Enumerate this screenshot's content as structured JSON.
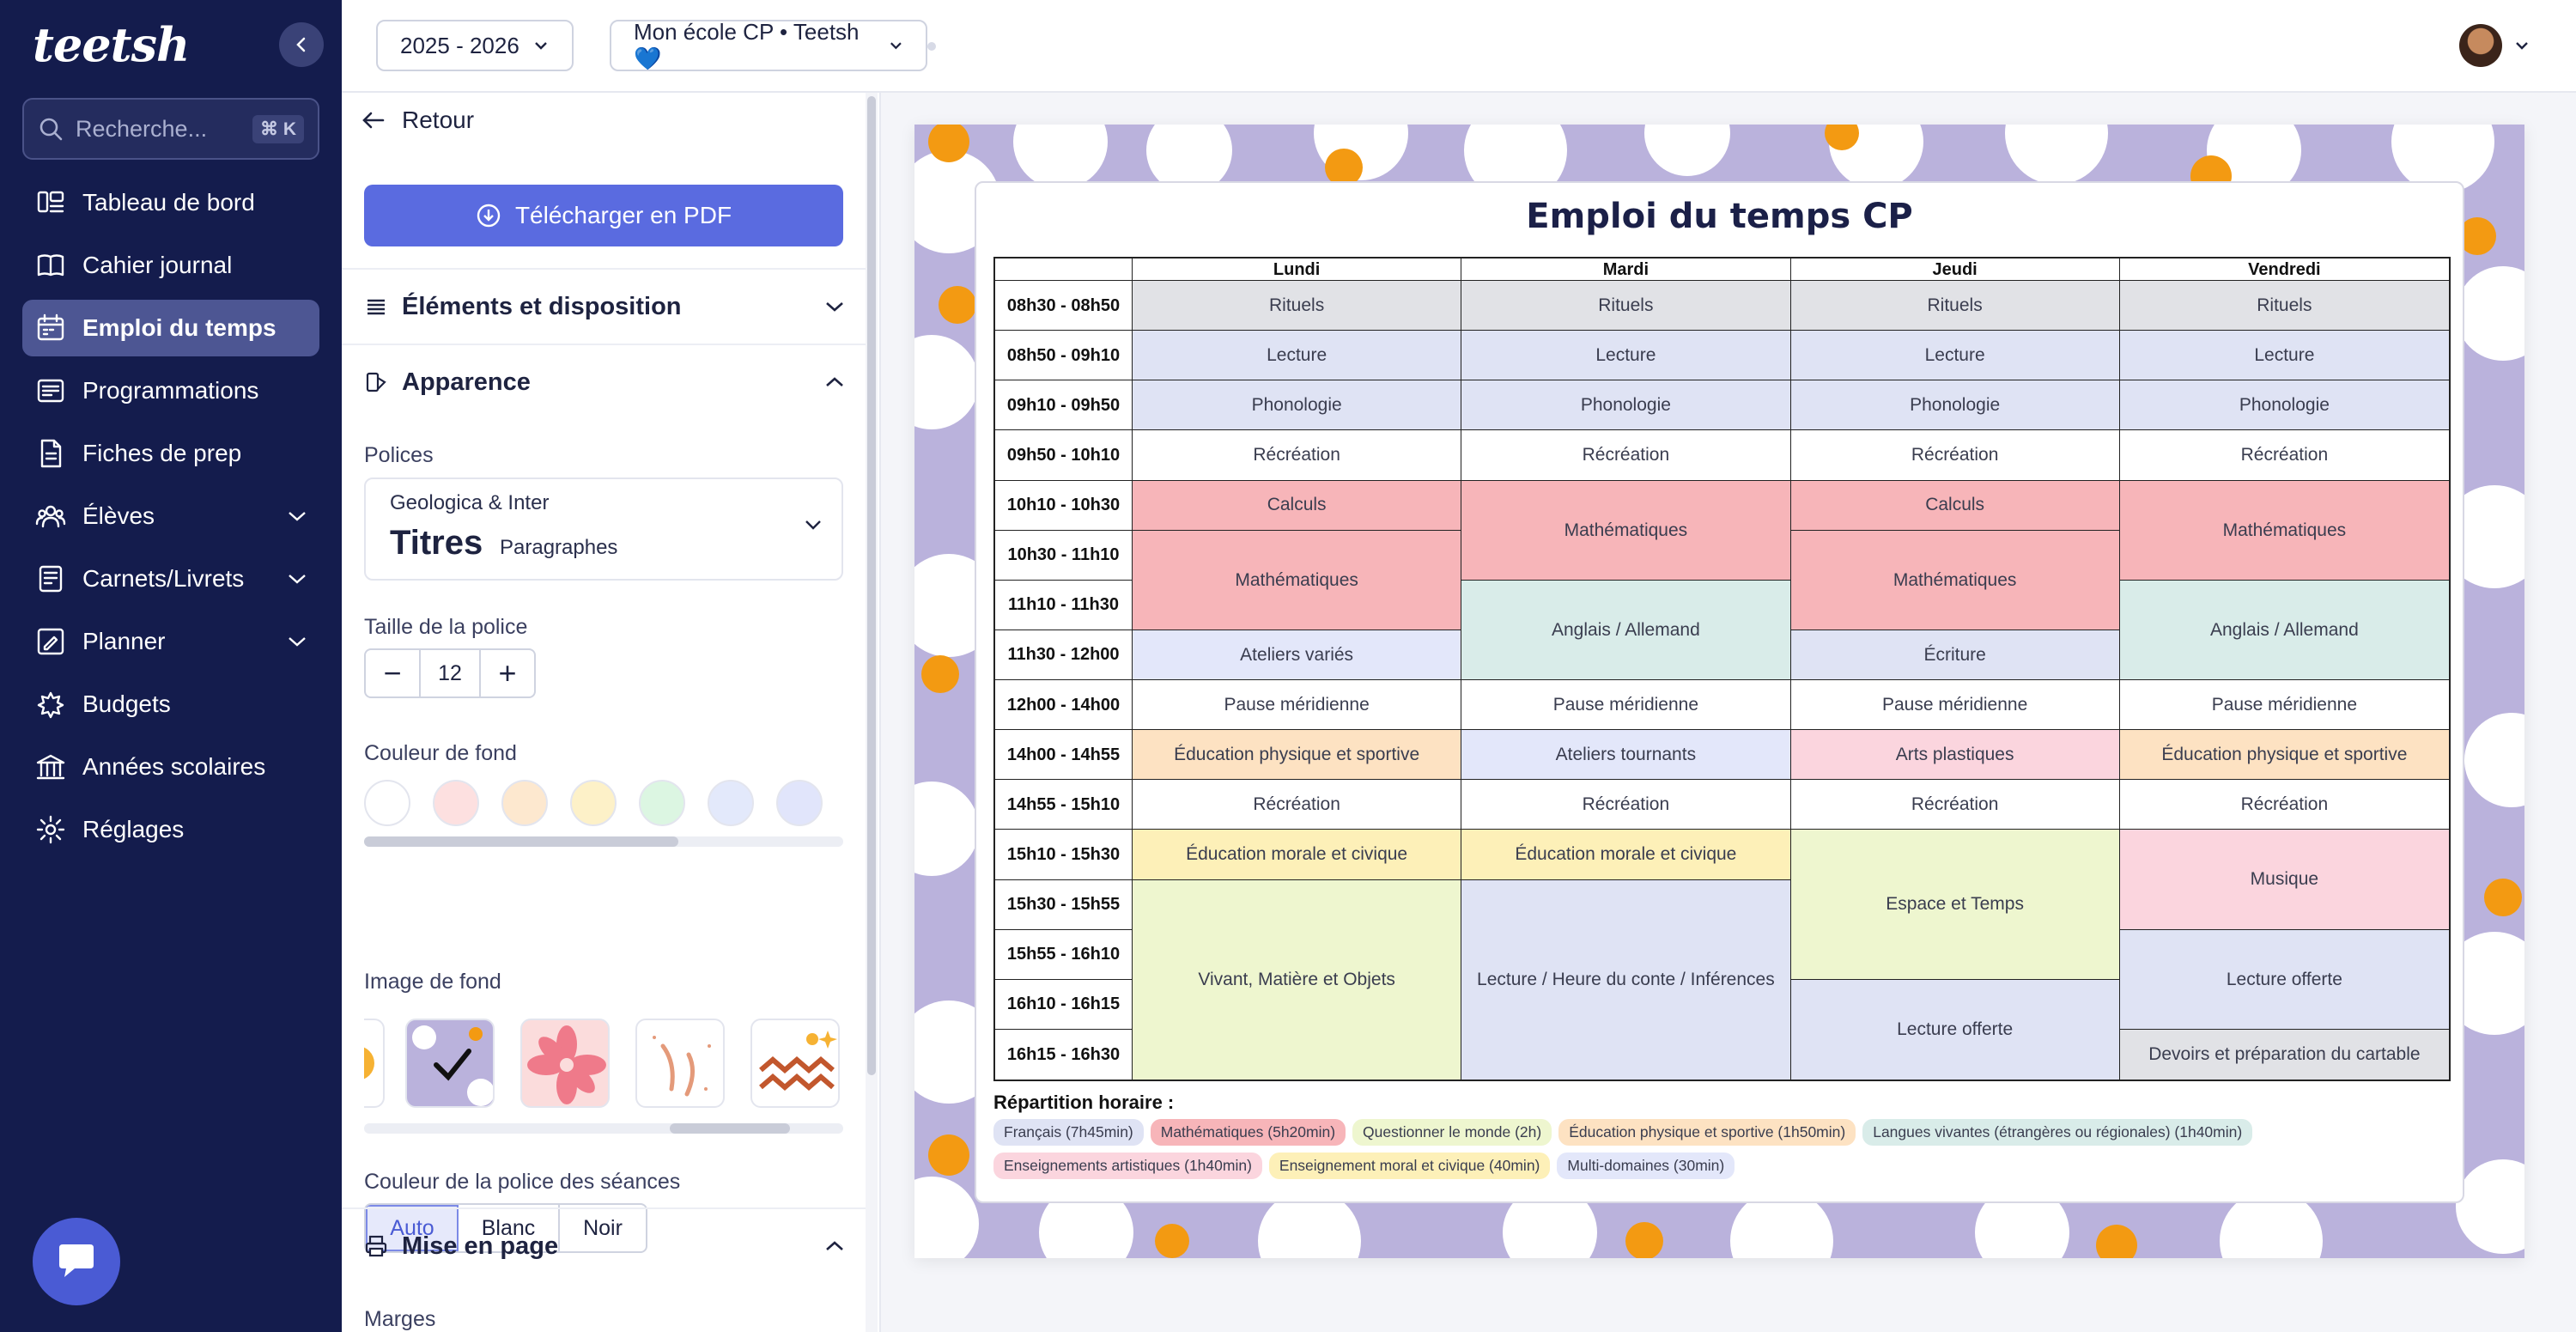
{
  "app": {
    "logo_text": "teetsh"
  },
  "search": {
    "placeholder": "Recherche...",
    "shortcut": "⌘ K"
  },
  "nav": [
    {
      "label": "Tableau de bord",
      "icon": "dashboard-icon"
    },
    {
      "label": "Cahier journal",
      "icon": "book-icon"
    },
    {
      "label": "Emploi du temps",
      "icon": "calendar-icon",
      "active": true
    },
    {
      "label": "Programmations",
      "icon": "list-icon"
    },
    {
      "label": "Fiches de prep",
      "icon": "file-icon"
    },
    {
      "label": "Élèves",
      "icon": "users-icon",
      "expandable": true
    },
    {
      "label": "Carnets/Livrets",
      "icon": "notebook-icon",
      "expandable": true
    },
    {
      "label": "Planner",
      "icon": "planner-icon",
      "expandable": true
    },
    {
      "label": "Budgets",
      "icon": "budget-icon"
    },
    {
      "label": "Années scolaires",
      "icon": "school-icon"
    },
    {
      "label": "Réglages",
      "icon": "settings-icon"
    }
  ],
  "topbar": {
    "year": "2025 - 2026",
    "school": "Mon école CP • Teetsh 💙"
  },
  "panel": {
    "back": "Retour",
    "download": "Télécharger en PDF",
    "section_layout": "Éléments et disposition",
    "section_appearance": "Apparence",
    "fonts_label": "Polices",
    "font_name": "Geologica & Inter",
    "font_titles": "Titres",
    "font_paragraphs": "Paragraphes",
    "font_size_label": "Taille de la police",
    "font_size": "12",
    "minus": "−",
    "plus": "+",
    "bg_color_label": "Couleur de fond",
    "bg_colors": [
      "#ffffff",
      "#fde0e0",
      "#fde8cf",
      "#fdf1c8",
      "#dcf6e2",
      "#e3e9fb",
      "#e1e5fb"
    ],
    "bg_image_label": "Image de fond",
    "session_font_color_label": "Couleur de la police des séances",
    "session_font_options": [
      "Auto",
      "Blanc",
      "Noir"
    ],
    "session_font_selected": "Auto",
    "section_page": "Mise en page",
    "margins_label": "Marges"
  },
  "schedule": {
    "title": "Emploi du temps CP",
    "days": [
      "Lundi",
      "Mardi",
      "Jeudi",
      "Vendredi"
    ],
    "slots": [
      "08h30 - 08h50",
      "08h50 - 09h10",
      "09h10 - 09h50",
      "09h50 - 10h10",
      "10h10 - 10h30",
      "10h30 - 11h10",
      "11h10 - 11h30",
      "11h30 - 12h00",
      "12h00 - 14h00",
      "14h00 - 14h55",
      "14h55 - 15h10",
      "15h10 - 15h30",
      "15h30 - 15h55",
      "15h55 - 16h10",
      "16h10 - 16h15",
      "16h15 - 16h30"
    ],
    "sessions": {
      "rituels": "Rituels",
      "lecture": "Lecture",
      "phonologie": "Phonologie",
      "recreation": "Récréation",
      "calculs": "Calculs",
      "maths": "Mathématiques",
      "ateliers_varies": "Ateliers variés",
      "anglais": "Anglais / Allemand",
      "ecriture": "Écriture",
      "pause": "Pause méridienne",
      "eps": "Éducation physique et sportive",
      "ateliers_tournants": "Ateliers tournants",
      "arts": "Arts plastiques",
      "emc": "Éducation morale et civique",
      "espace": "Espace et Temps",
      "musique": "Musique",
      "vivant": "Vivant, Matière et Objets",
      "lecture_heure": "Lecture / Heure du conte / Inférences",
      "lecture_offerte": "Lecture offerte",
      "devoirs": "Devoirs et préparation du cartable"
    },
    "legend_title": "Répartition horaire :",
    "legend": [
      {
        "label": "Français (7h45min)",
        "color": "#dfe3f4"
      },
      {
        "label": "Mathématiques (5h20min)",
        "color": "#f7b5b9"
      },
      {
        "label": "Questionner le monde (2h)",
        "color": "#eef6cf"
      },
      {
        "label": "Éducation physique et sportive (1h50min)",
        "color": "#fde2c2"
      },
      {
        "label": "Langues vivantes (étrangères ou régionales) (1h40min)",
        "color": "#d9ece9"
      },
      {
        "label": "Enseignements artistiques (1h40min)",
        "color": "#fbd5de"
      },
      {
        "label": "Enseignement moral et civique (40min)",
        "color": "#fdf0b8"
      },
      {
        "label": "Multi-domaines (30min)",
        "color": "#e3e7fa"
      }
    ]
  }
}
